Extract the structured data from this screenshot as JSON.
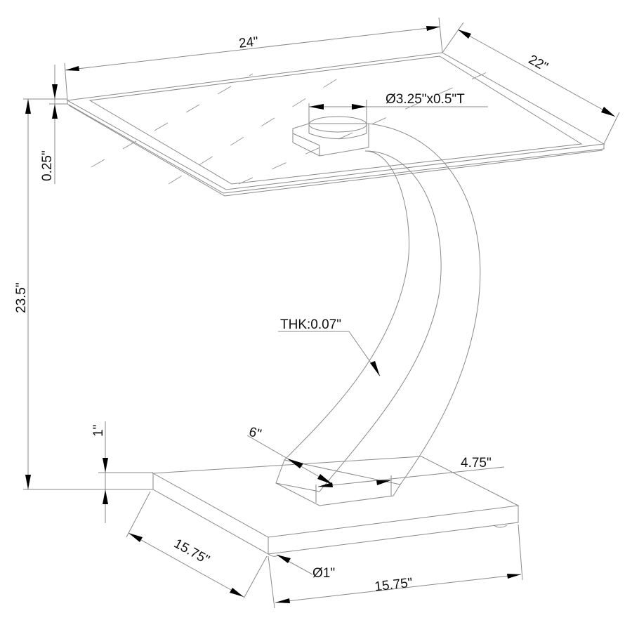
{
  "diagram": {
    "type": "product dimension drawing",
    "subject": "end table with glass top, curved support and rectangular base",
    "line_color": "#8a8a8a",
    "text_color": "#111111",
    "arrow_color": "#000000"
  },
  "dimensions": {
    "top_width": "24\"",
    "top_depth": "22\"",
    "top_thickness": "0.25\"",
    "overall_height": "23.5\"",
    "connector": "Ø3.25\"x0.5\"T",
    "support_thickness": "THK:0.07\"",
    "support_width": "6\"",
    "support_depth": "4.75\"",
    "base_height": "1\"",
    "base_depth": "15.75\"",
    "base_width": "15.75\"",
    "foot_diameter": "Ø1\""
  }
}
